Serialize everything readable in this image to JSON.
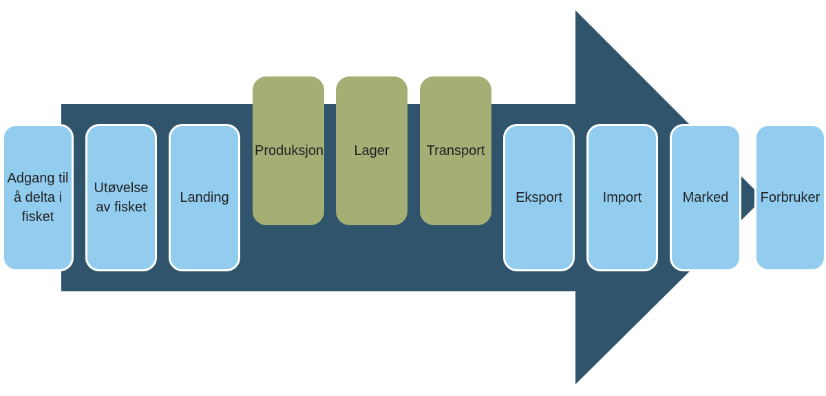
{
  "diagram": {
    "description": "Value chain flow diagram: large right-pointing arrow with ten rounded stage boxes",
    "arrow": {
      "direction": "right"
    },
    "stages": [
      {
        "label": "Adgang til å delta i fisket",
        "type": "blue"
      },
      {
        "label": "Utøvelse av fisket",
        "type": "blue"
      },
      {
        "label": "Landing",
        "type": "blue"
      },
      {
        "label": "Produksjon",
        "type": "green"
      },
      {
        "label": "Lager",
        "type": "green"
      },
      {
        "label": "Transport",
        "type": "green"
      },
      {
        "label": "Eksport",
        "type": "blue"
      },
      {
        "label": "Import",
        "type": "blue"
      },
      {
        "label": "Marked",
        "type": "blue"
      },
      {
        "label": "Forbruker",
        "type": "blue"
      }
    ],
    "colors": {
      "arrow": "#2F546C",
      "stage_blue": "#92CDF0",
      "stage_green": "#A4AE75",
      "stage_border": "#FFFFFF",
      "text": "#222222",
      "background": "#FFFFFF"
    }
  }
}
